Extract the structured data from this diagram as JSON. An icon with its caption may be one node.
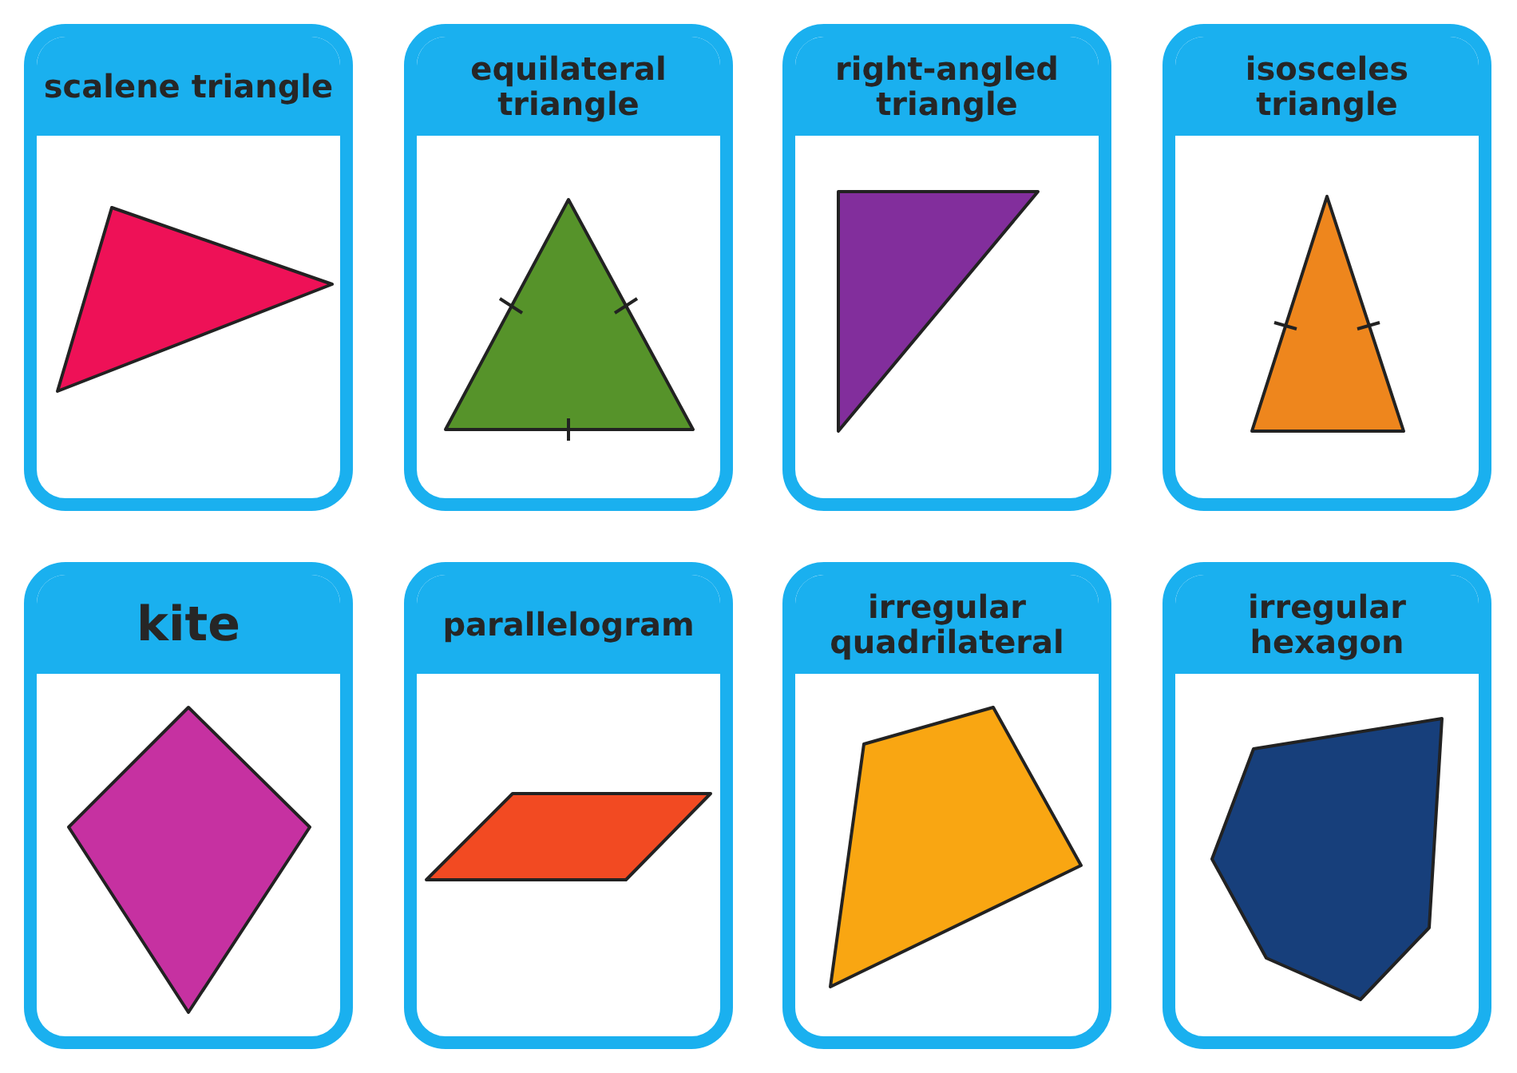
{
  "diagram": {
    "nodes": [
      {
        "text": [
          "scalene triangle"
        ]
      },
      {
        "text": [
          "equilateral triangle"
        ]
      },
      {
        "text": [
          "right-angled triangle"
        ]
      },
      {
        "text": [
          "isosceles triangle"
        ]
      },
      {
        "text": [
          "kite"
        ]
      },
      {
        "text": [
          "parallelogram"
        ]
      },
      {
        "text": [
          "irregular quadrilateral"
        ]
      },
      {
        "text": [
          "irregular hexagon"
        ]
      }
    ]
  }
}
